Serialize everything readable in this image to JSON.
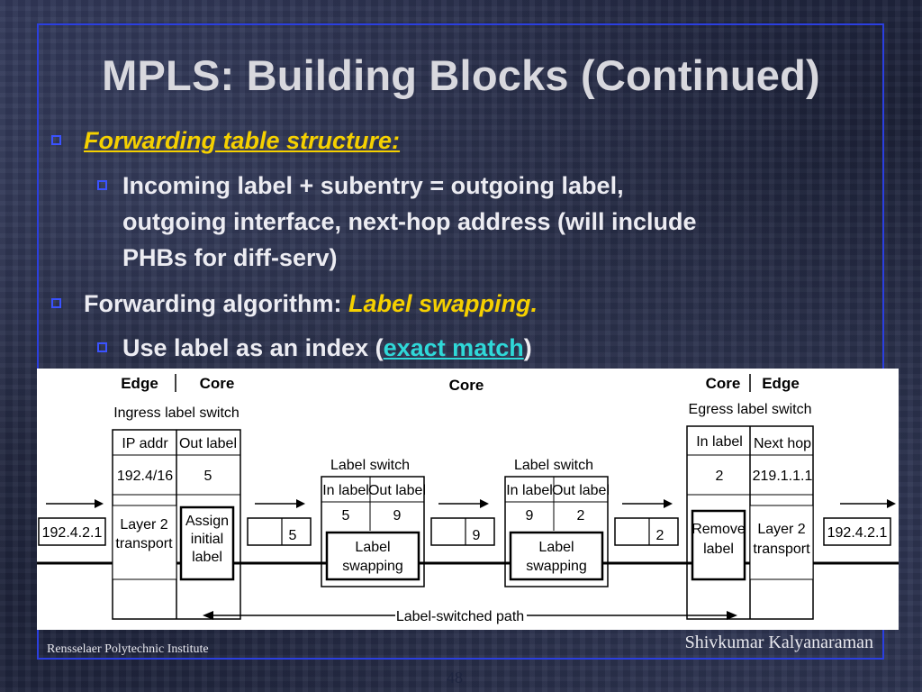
{
  "slide": {
    "title": "MPLS: Building Blocks (Continued)",
    "bullets": [
      {
        "text": "Forwarding table structure:"
      },
      {
        "lines": [
          "Incoming label + subentry = outgoing label,",
          "outgoing interface, next-hop address (will include",
          "PHBs for diff-serv)"
        ]
      },
      {
        "prefix": "Forwarding algorithm: ",
        "emph": "Label swapping",
        "suffix": "."
      },
      {
        "prefix": "Use label as an index (",
        "link": "exact match",
        "suffix": ")"
      }
    ],
    "footer_left": "Rensselaer Polytechnic Institute",
    "footer_right": "Shivkumar Kalyanaraman",
    "page_number": "48"
  },
  "diagram": {
    "header_left_edge": "Edge",
    "header_left_core": "Core",
    "header_center": "Core",
    "header_right_core": "Core",
    "header_right_edge": "Edge",
    "ingress_title": "Ingress label switch",
    "ingress_col1": "IP addr",
    "ingress_col2": "Out label",
    "ingress_val1": "192.4/16",
    "ingress_val2": "5",
    "ingress_box1": [
      "Layer 2",
      "transport"
    ],
    "ingress_box2": [
      "Assign",
      "initial",
      "label"
    ],
    "ip_in": "192.4.2.1",
    "ip_out": "192.4.2.1",
    "switch1_title": "Label switch",
    "switch1_col1": "In label",
    "switch1_col2": "Out label",
    "switch1_in": "5",
    "switch1_out": "9",
    "switch1_box": [
      "Label",
      "swapping"
    ],
    "switch2_title": "Label switch",
    "switch2_col1": "In label",
    "switch2_col2": "Out label",
    "switch2_in": "9",
    "switch2_out": "2",
    "switch2_box": [
      "Label",
      "swapping"
    ],
    "egress_title": "Egress label switch",
    "egress_col1": "In label",
    "egress_col2": "Next hop",
    "egress_val1": "2",
    "egress_val2": "219.1.1.1",
    "egress_box1": [
      "Remove",
      "label"
    ],
    "egress_box2": [
      "Layer 2",
      "transport"
    ],
    "packet_labels": [
      "5",
      "9",
      "2"
    ],
    "lsp_label": "Label-switched path"
  }
}
